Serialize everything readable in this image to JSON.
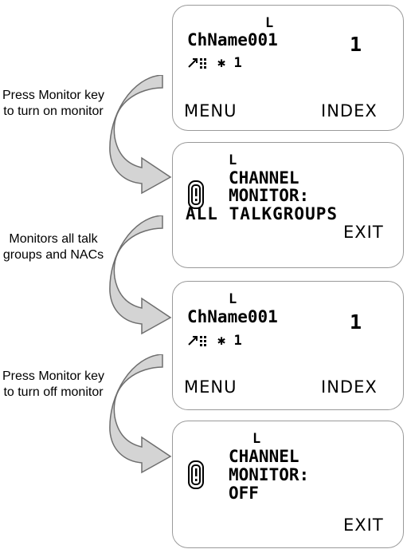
{
  "screens": [
    {
      "indicator": "L",
      "channel_name": "ChName001",
      "channel_number": "1",
      "status_icons": "↗∷",
      "status_value": "✱ 1",
      "soft_left": "MENU",
      "soft_right": "INDEX"
    },
    {
      "indicator": "L",
      "line1": "CHANNEL",
      "line2": "MONITOR:",
      "line3": "ALL TALKGROUPS",
      "soft_right": "EXIT"
    },
    {
      "indicator": "L",
      "channel_name": "ChName001",
      "channel_number": "1",
      "status_value": "✱ 1",
      "soft_left": "MENU",
      "soft_right": "INDEX"
    },
    {
      "indicator": "L",
      "line1": "CHANNEL",
      "line2": "MONITOR:",
      "line3": "OFF",
      "soft_right": "EXIT"
    }
  ],
  "steps": [
    "Press Monitor key to turn on monitor",
    "Monitors all talk groups and NACs",
    "Press Monitor key to turn off monitor"
  ],
  "icons": [
    "signal-icon",
    "monitor-icon",
    "curved-arrow-icon"
  ]
}
